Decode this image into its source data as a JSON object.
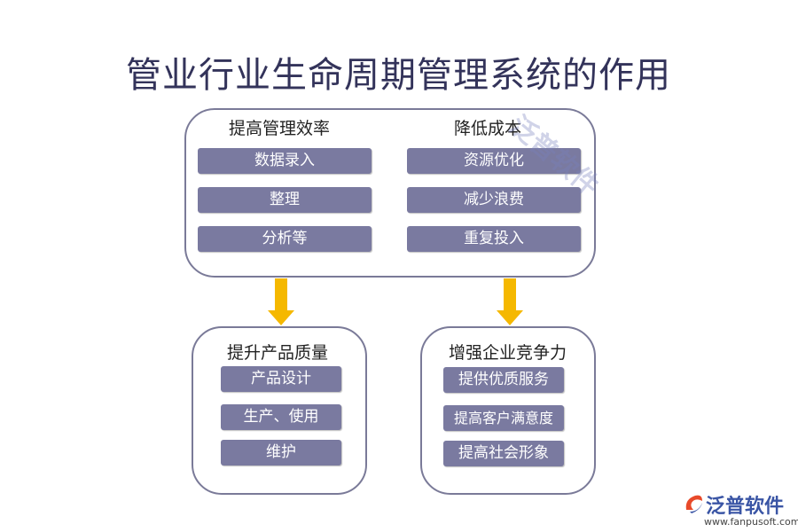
{
  "title": "管业行业生命周期管理系统的作用",
  "top_box": {
    "left": {
      "heading": "提高管理效率",
      "items": [
        "数据录入",
        "整理",
        "分析等"
      ]
    },
    "right": {
      "heading": "降低成本",
      "items": [
        "资源优化",
        "减少浪费",
        "重复投入"
      ]
    }
  },
  "bottom_left": {
    "heading": "提升产品质量",
    "items": [
      "产品设计",
      "生产、使用",
      "维护"
    ]
  },
  "bottom_right": {
    "heading": "增强企业竞争力",
    "items": [
      "提供优质服务",
      "提高客户满意度",
      "提高社会形象"
    ]
  },
  "colors": {
    "pill": "#7a7aa0",
    "border": "#7a7a98",
    "arrow": "#f5b800",
    "title": "#33335a"
  },
  "watermark": "泛普软件",
  "logo": {
    "name": "泛普软件",
    "url": "www.fanpusoft.com"
  }
}
